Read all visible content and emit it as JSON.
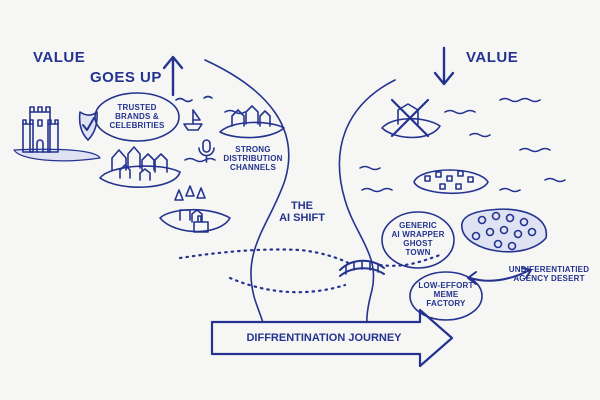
{
  "left": {
    "value_label": "VALUE",
    "goes_up_label": "GOES UP",
    "trusted_lines": [
      "TRUSTED",
      "BRANDS &",
      "CELEBRITIES"
    ],
    "strong_lines": [
      "STRONG",
      "DISTRIBUTION",
      "CHANNELS"
    ]
  },
  "center": {
    "shift_lines": [
      "THE",
      "AI SHIFT"
    ],
    "journey_label": "DIFFRENTINATION JOURNEY"
  },
  "right": {
    "value_label": "VALUE",
    "generic_lines": [
      "GENERIC",
      "AI WRAPPER",
      "GHOST",
      "TOWN"
    ],
    "meme_lines": [
      "LOW-EFFORT",
      "MEME",
      "FACTORY"
    ],
    "desert_lines": [
      "UNDIFERENTIATIED",
      "AGENCY DESERT"
    ]
  },
  "colors": {
    "ink": "#24338f",
    "paper": "#f6f6f4"
  }
}
